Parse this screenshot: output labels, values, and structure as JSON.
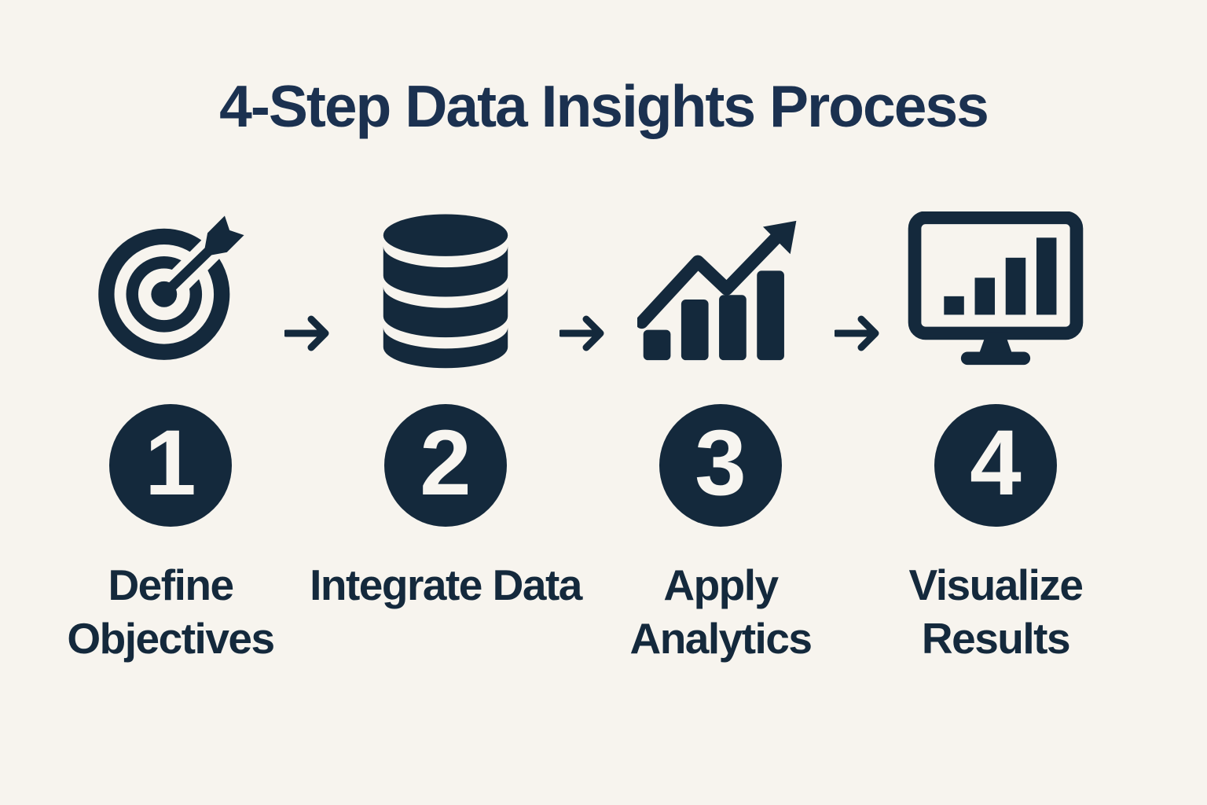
{
  "title": "4-Step Data Insights Process",
  "colors": {
    "background": "#f7f4ee",
    "ink": "#14293c",
    "title_color": "#1b3150",
    "number_text": "#f7f5f0"
  },
  "connector_icon": "right-arrow-icon",
  "steps": [
    {
      "number": "1",
      "label": "Define Objectives",
      "icon": "target-icon"
    },
    {
      "number": "2",
      "label": "Integrate Data",
      "icon": "database-icon"
    },
    {
      "number": "3",
      "label": "Apply Analytics",
      "icon": "trending-up-bar-chart-icon"
    },
    {
      "number": "4",
      "label": "Visualize Results",
      "icon": "monitor-bar-chart-icon"
    }
  ]
}
